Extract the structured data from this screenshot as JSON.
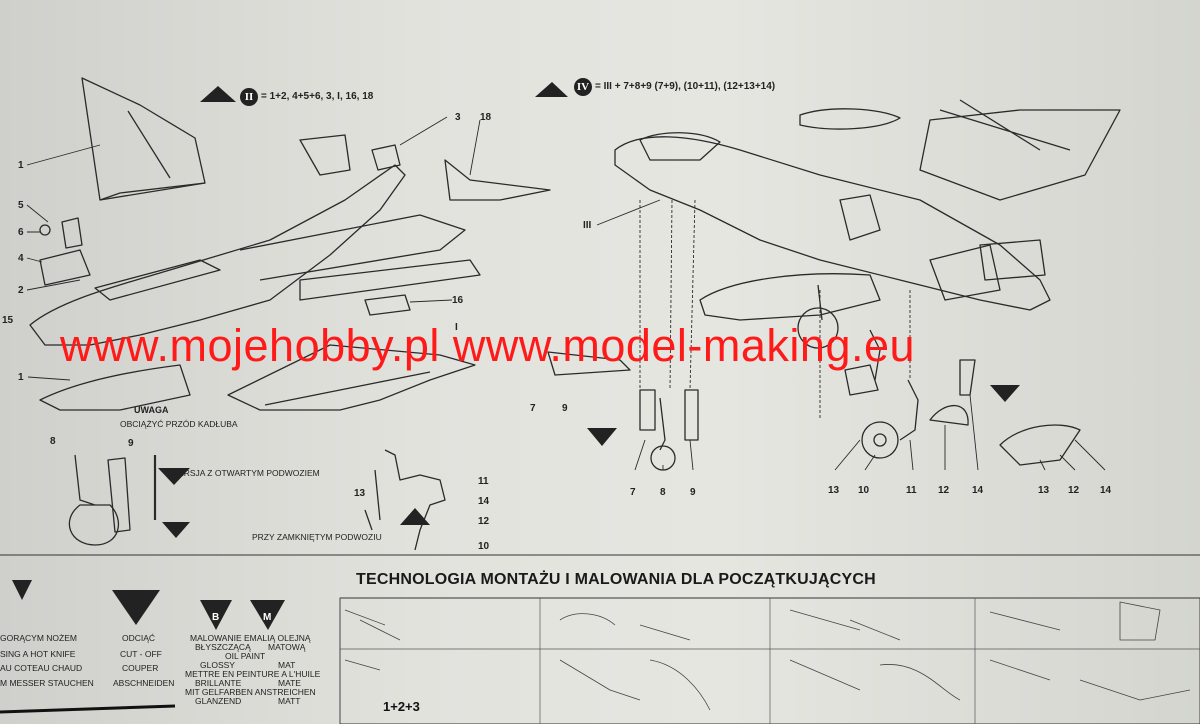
{
  "step_two": {
    "roman": "II",
    "formula": "= 1+2, 4+5+6, 3, I, 16, 18"
  },
  "step_four": {
    "roman": "IV",
    "formula": "= III + 7+8+9 (7+9), (10+11), (12+13+14)"
  },
  "callouts_left": [
    "1",
    "5",
    "6",
    "4",
    "2",
    "15",
    "1",
    "3",
    "18",
    "16",
    "I"
  ],
  "callouts_right": [
    "III",
    "7",
    "9",
    "7",
    "8",
    "9",
    "13",
    "10",
    "11",
    "12",
    "14",
    "13",
    "12",
    "14"
  ],
  "detail_callouts": [
    "8",
    "9",
    "13",
    "11",
    "14",
    "12",
    "10"
  ],
  "notes": {
    "uwaga": "UWAGA",
    "uwaga_text": "OBCIĄŻYĆ PRZÓD KADŁUBA",
    "open_gear": "WERSJA Z OTWARTYM PODWOZIEM",
    "closed_gear": "PRZY ZAMKNIĘTYM PODWOZIU"
  },
  "watermark": "www.mojehobby.pl www.model-making.eu",
  "legend": {
    "knife": [
      "GORĄCYM NOŻEM",
      "SING A HOT KNIFE",
      "AU COTEAU CHAUD",
      "M MESSER STAUCHEN"
    ],
    "cut": [
      "ODCIĄĆ",
      "CUT - OFF",
      "COUPER",
      "ABSCHNEIDEN"
    ],
    "paint": [
      "MALOWANIE EMALIĄ OLEJNĄ",
      "BŁYSZCZĄCĄ",
      "MATOWĄ",
      "OIL PAINT",
      "GLOSSY",
      "MAT",
      "METTRE EN PEINTURE A L'HUILE",
      "BRILLANTE",
      "MATE",
      "MIT GELFARBEN ANSTREICHEN",
      "GLANZEND",
      "MATT"
    ],
    "paint_badges": [
      "B",
      "M"
    ]
  },
  "technology": {
    "heading": "TECHNOLOGIA MONTAŻU I MALOWANIA DLA POCZĄTKUJĄCYCH",
    "sequence": "1+2+3"
  },
  "colors": {
    "watermark": "#ff1a1a",
    "ink": "#222222",
    "paper": "#e3e3de"
  }
}
